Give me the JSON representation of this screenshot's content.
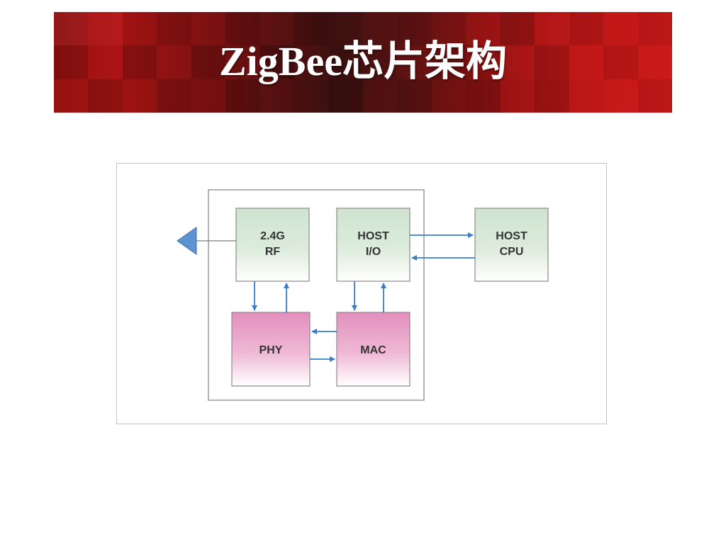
{
  "slide": {
    "title": "ZigBee芯片架构"
  },
  "diagram": {
    "blocks": {
      "rf": {
        "line1": "2.4G",
        "line2": "RF"
      },
      "host_io": {
        "line1": "HOST",
        "line2": "I/O"
      },
      "host_cpu": {
        "line1": "HOST",
        "line2": "CPU"
      },
      "phy": {
        "line1": "PHY"
      },
      "mac": {
        "line1": "MAC"
      }
    },
    "colors": {
      "green_top": "#cfe3cf",
      "green_bottom": "#ffffff",
      "pink_top": "#e79ac4",
      "pink_bottom": "#ffffff",
      "arrow": "#3a7dc9",
      "antenna": "#5b93d3",
      "banner_red": "#b51616",
      "banner_dark": "#4a1414"
    }
  }
}
